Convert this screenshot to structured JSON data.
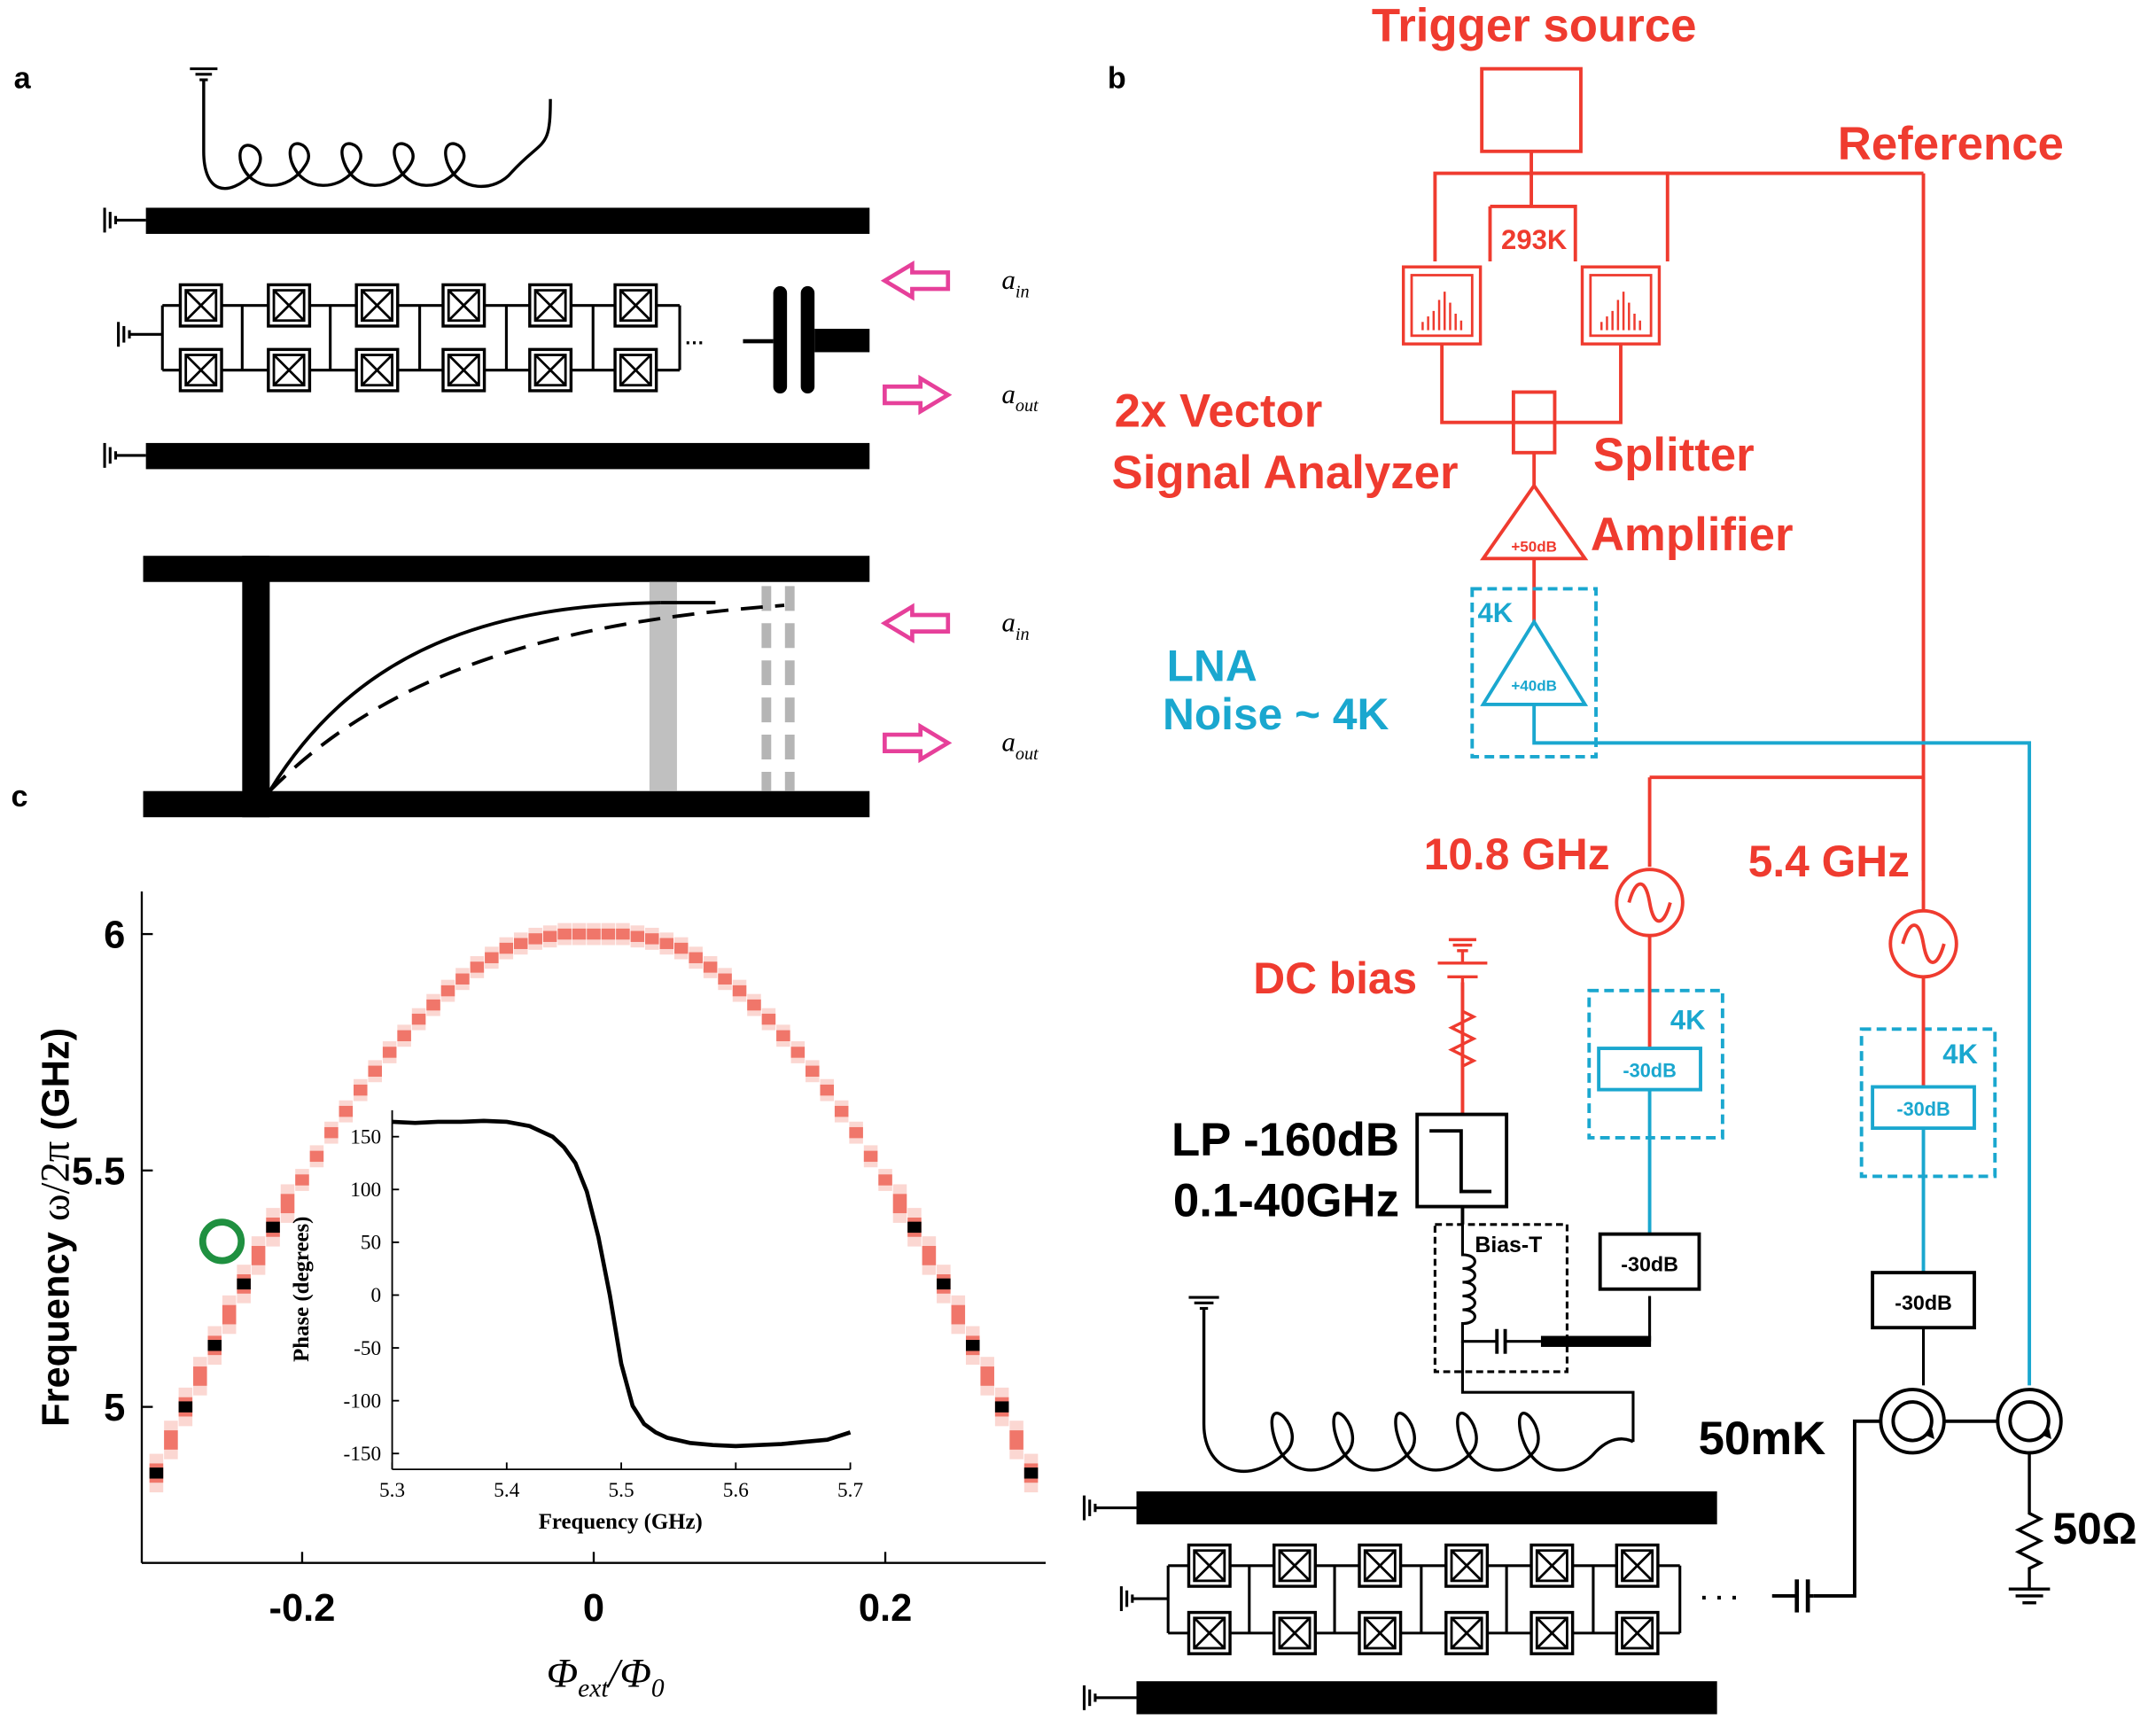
{
  "colors": {
    "black": "#000000",
    "red": "#ef3b2f",
    "cyan": "#1aa7cf",
    "pink": "#e6409a",
    "gray": "#c0c0c0",
    "dashgray": "#b5b5b5",
    "green": "#1f9040",
    "heat_red": "#f0766a",
    "heat_pink": "#f9c6bf"
  },
  "panel_a": {
    "label": "a",
    "arrows": [
      {
        "base": "a",
        "sub": "in"
      },
      {
        "base": "a",
        "sub": "out"
      }
    ],
    "ellipsis": "···"
  },
  "panel_b": {
    "label": "b",
    "trigger_source": "Trigger source",
    "reference": "Reference",
    "temp_293k": "293K",
    "vsa_line1": "2x Vector",
    "vsa_line2": "Signal Analyzer",
    "splitter": "Splitter",
    "amplifier": "Amplifier",
    "amp_gain": "+50dB",
    "lna_temp": "4K",
    "lna_gain": "+40dB",
    "lna_line1": "LNA",
    "lna_line2": "Noise ~ 4K",
    "src1_freq": "10.8 GHz",
    "src2_freq": "5.4 GHz",
    "dc_bias": "DC bias",
    "att1_temp": "4K",
    "att1_4k": "-30dB",
    "att2_temp": "4K",
    "att2_4k": "-30dB",
    "att1_cold": "-30dB",
    "att2_cold": "-30dB",
    "lp_line1": "LP -160dB",
    "lp_line2": "0.1-40GHz",
    "bias_t": "Bias-T",
    "stage_50mk": "50mK",
    "termination": "50Ω",
    "ellipsis": "· · ·"
  },
  "panel_c": {
    "label": "c",
    "ylabel_text": "Frequency ",
    "ylabel_math": "ω/2π",
    "ylabel_unit": " (GHz)",
    "xlabel_base1": "Φ",
    "xlabel_sub1": "ext",
    "xlabel_mid": "/",
    "xlabel_base2": "Φ",
    "xlabel_sub2": "0"
  },
  "chart_data": [
    {
      "type": "heatmap",
      "xlabel": "Φext/Φ0",
      "ylabel": "Frequency ω/2π (GHz)",
      "xlim": [
        -0.31,
        0.31
      ],
      "ylim": [
        4.67,
        6.09
      ],
      "xticks": [
        -0.2,
        0,
        0.2
      ],
      "xtick_labels": [
        "-0.2",
        "0",
        "0.2"
      ],
      "yticks": [
        5,
        5.5,
        6
      ],
      "ytick_labels": [
        "5",
        "5.5",
        "6"
      ],
      "curve": {
        "x": [
          -0.3,
          -0.28,
          -0.26,
          -0.24,
          -0.22,
          -0.2,
          -0.18,
          -0.16,
          -0.14,
          -0.12,
          -0.1,
          -0.08,
          -0.06,
          -0.04,
          -0.02,
          0,
          0.02,
          0.04,
          0.06,
          0.08,
          0.1,
          0.12,
          0.14,
          0.16,
          0.18,
          0.2,
          0.22,
          0.24,
          0.26,
          0.28,
          0.3
        ],
        "y": [
          4.86,
          5.0,
          5.13,
          5.26,
          5.38,
          5.48,
          5.58,
          5.67,
          5.75,
          5.82,
          5.88,
          5.93,
          5.97,
          5.99,
          6.0,
          6.0,
          6.0,
          5.99,
          5.97,
          5.93,
          5.88,
          5.82,
          5.75,
          5.67,
          5.58,
          5.48,
          5.38,
          5.26,
          5.13,
          5.0,
          4.86
        ]
      },
      "marked_point": {
        "x": -0.255,
        "y": 5.35
      },
      "grid": false
    },
    {
      "type": "line",
      "xlabel": "Frequency (GHz)",
      "ylabel": "Phase (degrees)",
      "xlim": [
        5.3,
        5.7
      ],
      "ylim": [
        -165,
        175
      ],
      "xticks": [
        5.3,
        5.4,
        5.5,
        5.6,
        5.7
      ],
      "xtick_labels": [
        "5.3",
        "5.4",
        "5.5",
        "5.6",
        "5.7"
      ],
      "yticks": [
        150,
        100,
        50,
        0,
        -50,
        -100,
        -150
      ],
      "ytick_labels": [
        "150",
        "100",
        "50",
        "0",
        "-50",
        "-100",
        "-150"
      ],
      "series": [
        {
          "x": [
            5.3,
            5.32,
            5.34,
            5.36,
            5.38,
            5.4,
            5.42,
            5.44,
            5.45,
            5.46,
            5.47,
            5.48,
            5.49,
            5.5,
            5.51,
            5.52,
            5.53,
            5.54,
            5.56,
            5.58,
            5.6,
            5.62,
            5.64,
            5.66,
            5.68,
            5.7
          ],
          "y": [
            164,
            163,
            164,
            164,
            165,
            164,
            160,
            150,
            140,
            125,
            98,
            55,
            0,
            -65,
            -105,
            -122,
            -130,
            -135,
            -140,
            -142,
            -143,
            -142,
            -141,
            -139,
            -137,
            -130
          ]
        }
      ],
      "grid": false
    }
  ]
}
